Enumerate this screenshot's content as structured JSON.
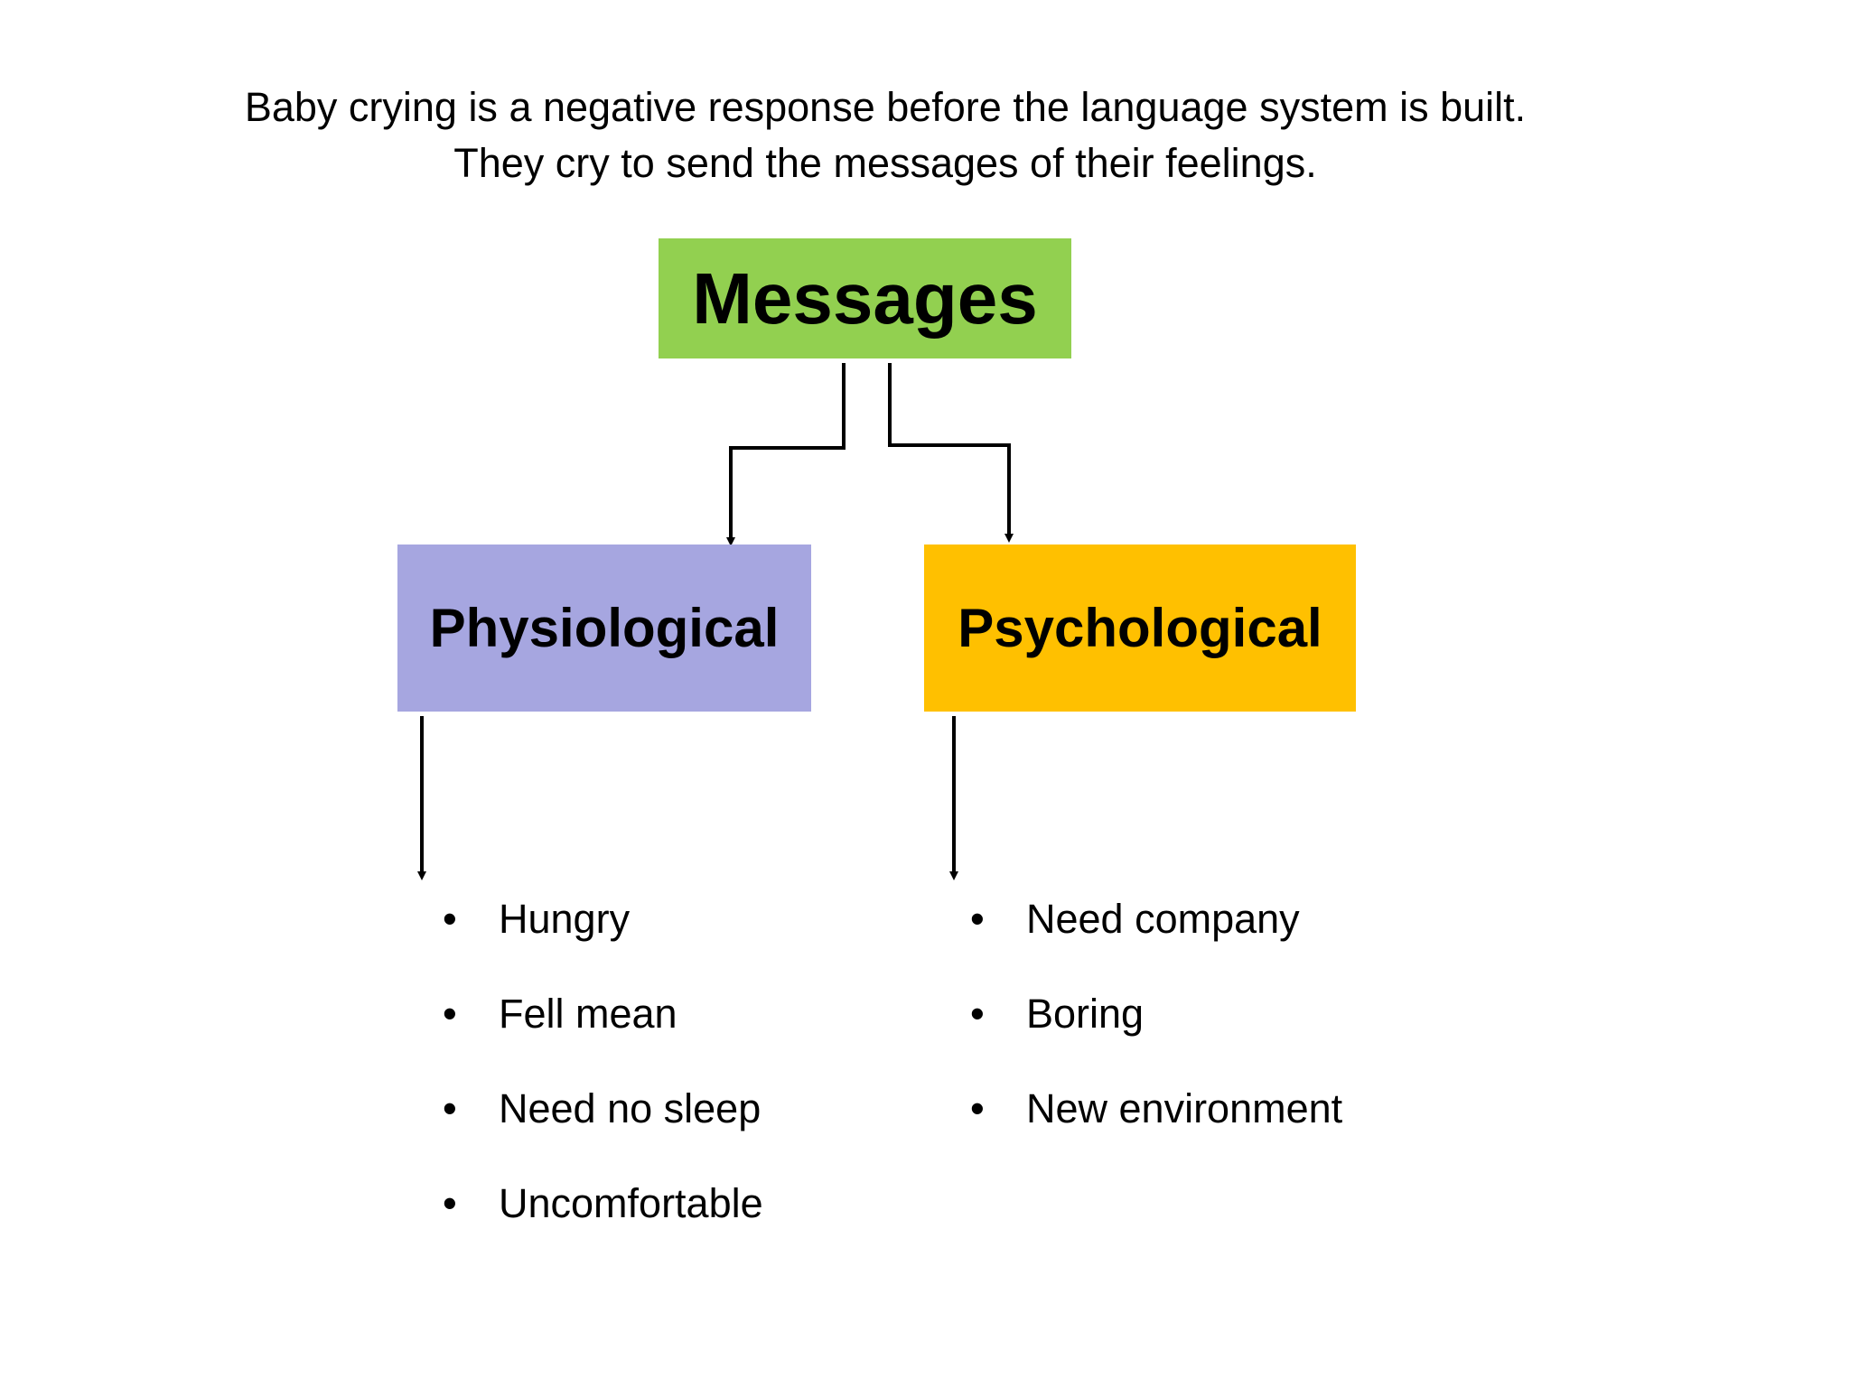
{
  "intro": {
    "line1": "Baby crying is a negative response before the language system is built.",
    "line2": "They cry to send the messages of their feelings."
  },
  "root": {
    "label": "Messages",
    "color": "#92d050"
  },
  "branches": [
    {
      "label": "Physiological",
      "color": "#a6a6e0",
      "items": [
        "Hungry",
        "Fell mean",
        "Need no sleep",
        "Uncomfortable"
      ]
    },
    {
      "label": "Psychological",
      "color": "#ffc000",
      "items": [
        "Need company",
        "Boring",
        "New environment"
      ]
    }
  ]
}
